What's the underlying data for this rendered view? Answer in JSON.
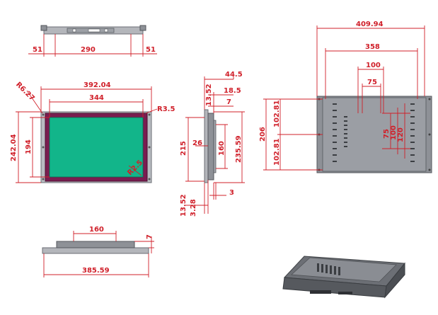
{
  "top_view": {
    "left": "51",
    "center": "290",
    "right": "51"
  },
  "front_view": {
    "overall_width": "392.04",
    "inner_width": "344",
    "corner_radius_outer": "R6.27",
    "corner_radius_inner": "R3.5",
    "overall_height": "242.04",
    "inner_height": "194",
    "screen_radius": "R2.5",
    "colors": {
      "bezel": "#7a1d50",
      "screen": "#12b58a",
      "frame": "#b9bcc1"
    }
  },
  "side_view": {
    "top_depth": "44.5",
    "top_offset": "13.52",
    "mid_depth": "18.5",
    "flange": "7",
    "height_215": "215",
    "depth_26": "26",
    "height_160": "160",
    "height_235": "235.59",
    "bottom_3": "3",
    "bottom_offset": "13.52",
    "bottom_328": "3.28"
  },
  "rear_view": {
    "overall_width": "409.94",
    "width_358": "358",
    "width_100": "100",
    "width_75": "75",
    "height_206": "206",
    "half_upper": "102.81",
    "half_lower": "102.81",
    "vert_75": "75",
    "vert_100": "100",
    "vert_120": "120"
  },
  "bottom_view": {
    "bracket": "160",
    "thickness": "7",
    "overall": "385.59"
  }
}
